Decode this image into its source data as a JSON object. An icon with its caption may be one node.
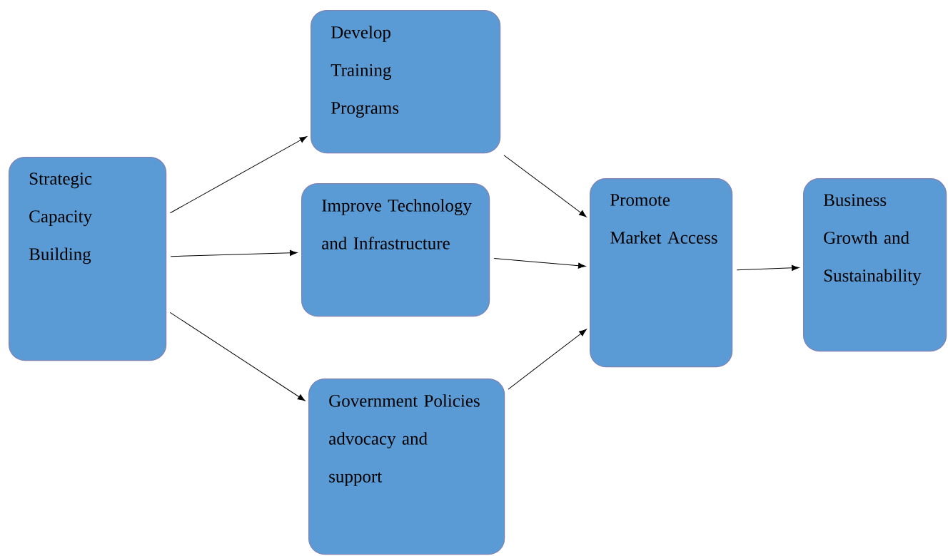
{
  "diagram": {
    "nodes": [
      {
        "text": [
          "Strategic Capacity Building"
        ]
      },
      {
        "text": [
          "Develop Training Programs"
        ]
      },
      {
        "text": [
          "Improve Technology and Infrastructure"
        ]
      },
      {
        "text": [
          "Government Policies advocacy and support"
        ]
      },
      {
        "text": [
          "Promote Market Access"
        ]
      },
      {
        "text": [
          "Business Growth and Sustainability"
        ]
      }
    ],
    "edges": [
      {
        "from": 0,
        "to": 1,
        "arrow": "to"
      },
      {
        "from": 0,
        "to": 2,
        "arrow": "to"
      },
      {
        "from": 0,
        "to": 3,
        "arrow": "to"
      },
      {
        "from": 1,
        "to": 4,
        "arrow": "to"
      },
      {
        "from": 2,
        "to": 4,
        "arrow": "to"
      },
      {
        "from": 3,
        "to": 4,
        "arrow": "to"
      },
      {
        "from": 4,
        "to": 5,
        "arrow": "to"
      }
    ]
  }
}
